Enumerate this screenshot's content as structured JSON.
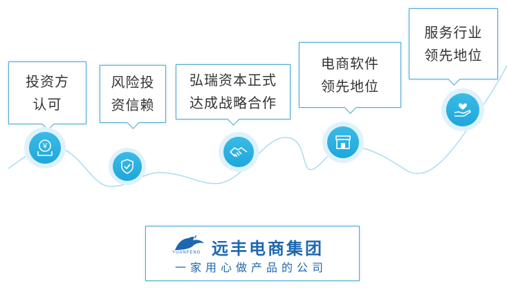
{
  "milestones": [
    {
      "line1": "投资方",
      "line2": "认可",
      "icon": "yen-tray-icon"
    },
    {
      "line1": "风险投",
      "line2": "资信赖",
      "icon": "shield-check-icon"
    },
    {
      "line1": "弘瑞资本正式",
      "line2": "达成战略合作",
      "icon": "handshake-icon"
    },
    {
      "line1": "电商软件",
      "line2": "领先地位",
      "icon": "storefront-icon"
    },
    {
      "line1": "服务行业",
      "line2": "领先地位",
      "icon": "heart-hand-icon"
    }
  ],
  "logo": {
    "brand": "远丰电商集团",
    "slogan": "一家用心做产品的公司",
    "mark_text": "YUANFENG"
  },
  "colors": {
    "accent": "#1ea7dc",
    "border": "#4aa7cf",
    "brand": "#1e67b0"
  }
}
